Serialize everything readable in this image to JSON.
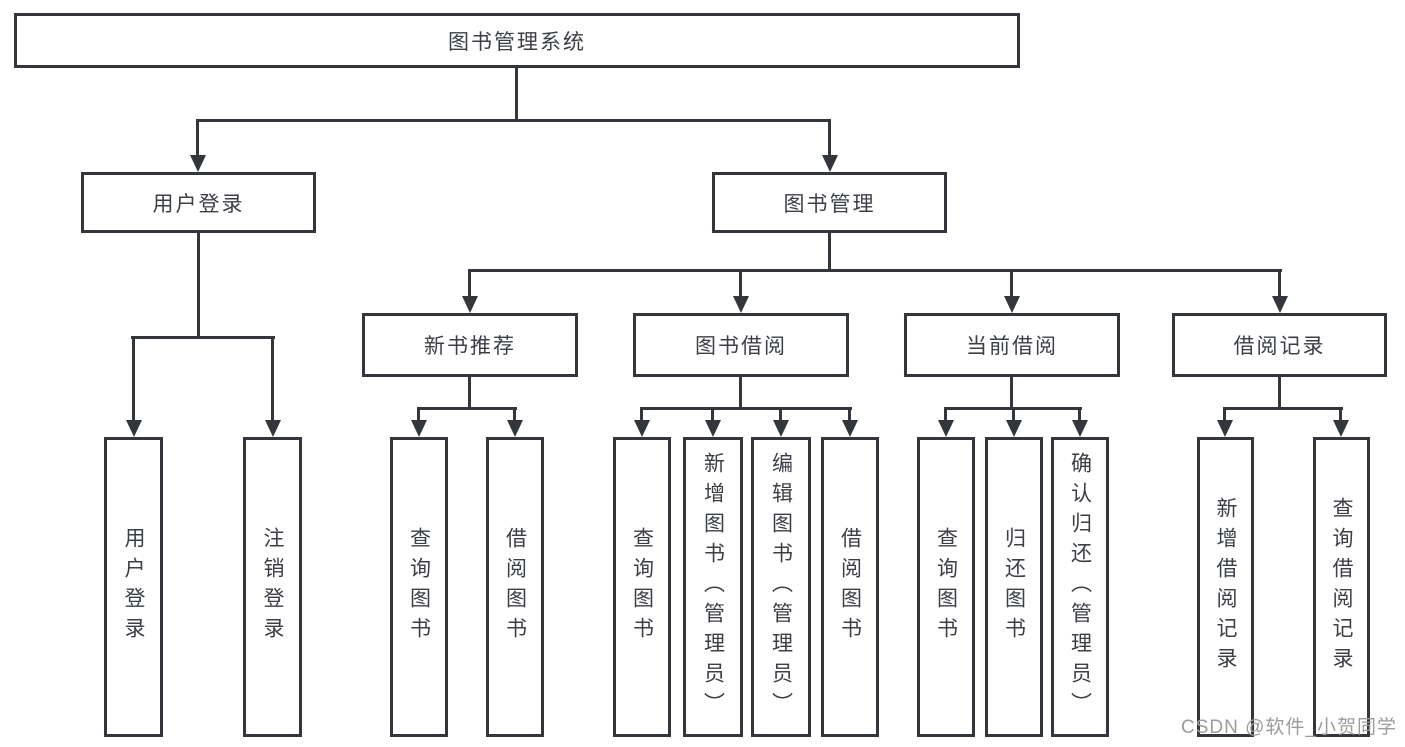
{
  "root": {
    "label": "图书管理系统"
  },
  "user_login": {
    "label": "用户登录",
    "children": [
      {
        "label": "用户登录"
      },
      {
        "label": "注销登录"
      }
    ]
  },
  "book_mgmt": {
    "label": "图书管理",
    "children": [
      {
        "label": "新书推荐",
        "children": [
          {
            "label": "查询图书"
          },
          {
            "label": "借阅图书"
          }
        ]
      },
      {
        "label": "图书借阅",
        "children": [
          {
            "label": "查询图书"
          },
          {
            "label": "新增图书（管理员）"
          },
          {
            "label": "编辑图书（管理员）"
          },
          {
            "label": "借阅图书"
          }
        ]
      },
      {
        "label": "当前借阅",
        "children": [
          {
            "label": "查询图书"
          },
          {
            "label": "归还图书"
          },
          {
            "label": "确认归还（管理员）"
          }
        ]
      },
      {
        "label": "借阅记录",
        "children": [
          {
            "label": "新增借阅记录"
          },
          {
            "label": "查询借阅记录"
          }
        ]
      }
    ]
  },
  "watermark": {
    "text": "CSDN @软件_小贺同学"
  },
  "colors": {
    "line": "#33373c",
    "text": "#3c4046",
    "background": "#ffffff",
    "watermark": "#9c9c9c"
  }
}
